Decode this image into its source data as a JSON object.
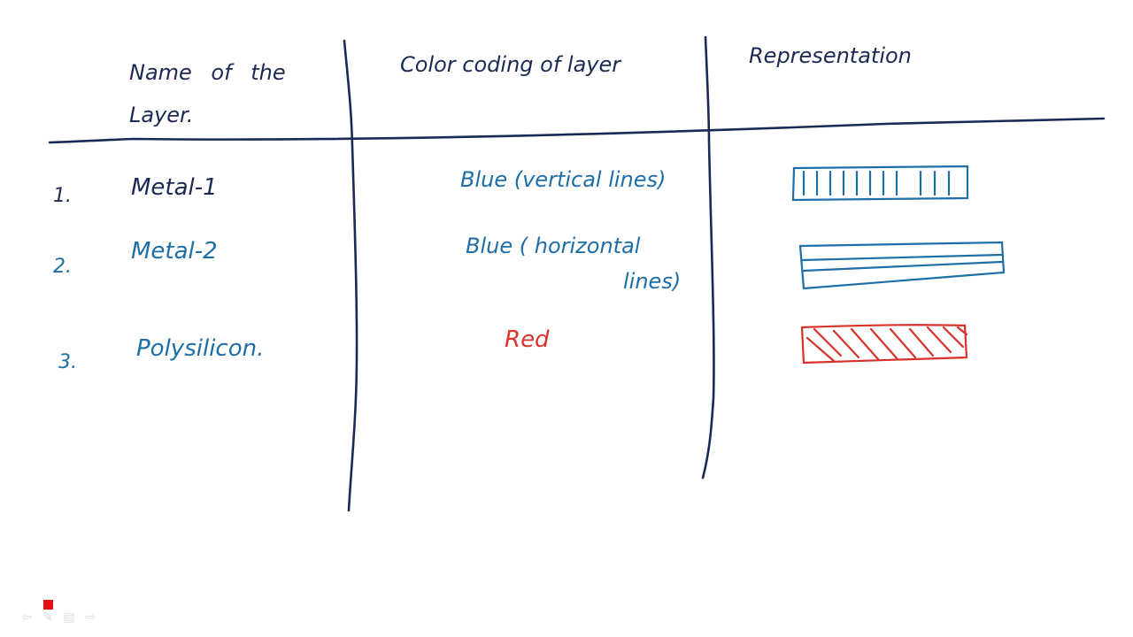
{
  "headers": {
    "name": "Name of the Layer.",
    "color": "Color coding of layer",
    "representation": "Representation"
  },
  "rows": [
    {
      "number": "1.",
      "name": "Metal-1",
      "color": "Blue (vertical lines)",
      "fill_style": "vertical-lines",
      "ink": "#1e6ea8"
    },
    {
      "number": "2.",
      "name": "Metal-2",
      "color_line1": "Blue ( horizontal",
      "color_line2": "lines)",
      "fill_style": "horizontal-lines",
      "ink": "#1e6ea8"
    },
    {
      "number": "3.",
      "name": "Polysilicon.",
      "color": "Red",
      "fill_style": "diagonal-hatch",
      "ink": "#d8322a"
    }
  ],
  "colors": {
    "grid_ink": "#1b2a55",
    "blue_ink": "#1e6ea8",
    "red_ink": "#d8322a",
    "record_indicator": "#e41010"
  },
  "controls": {
    "icons": [
      "prev-arrow-icon",
      "pen-icon",
      "record-icon",
      "menu-icon",
      "next-arrow-icon"
    ]
  }
}
